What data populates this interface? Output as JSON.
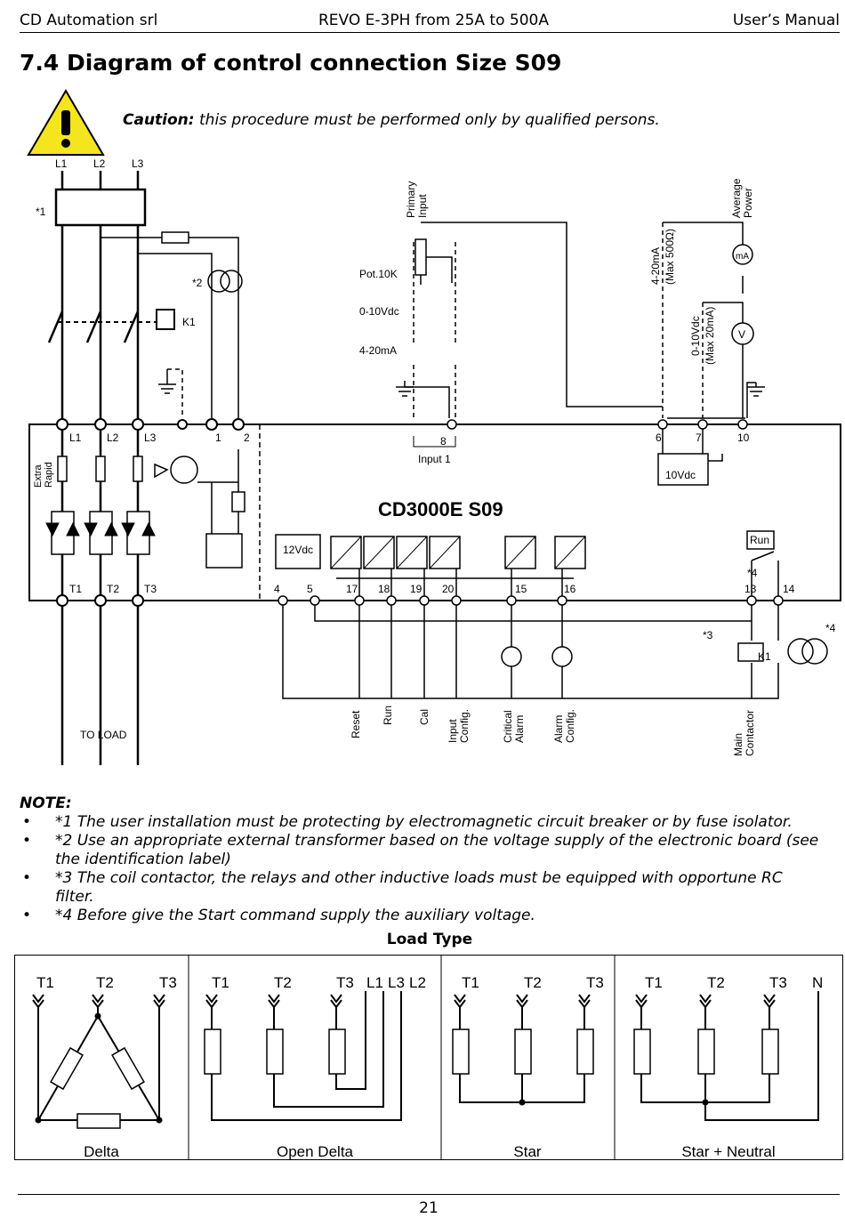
{
  "header": {
    "company": "CD Automation srl",
    "product": "REVO E-3PH from 25A to 500A",
    "doc": "User’s Manual"
  },
  "title": "7.4 Diagram of control connection Size S09",
  "caution": {
    "label": "Caution:",
    "text": "this procedure must be performed only by qualified persons."
  },
  "diagram": {
    "lines": [
      "L1",
      "L2",
      "L3"
    ],
    "outputs": [
      "T1",
      "T2",
      "T3"
    ],
    "star1": "*1",
    "star2": "*2",
    "star3": "*3",
    "star4": "*4",
    "k1": "K1",
    "primary_input": "Primary\nInput",
    "average_power": "Average\nPower",
    "pot": "Pot.10K",
    "v010": "0-10Vdc",
    "ma420": "4-20mA",
    "out_420": "4-20mA",
    "out_420_max": "(Max 500Ω)",
    "out_010": "0-10Vdc",
    "out_010_max": "(Max 20mA)",
    "ma": "mA",
    "v": "V",
    "term_8": "8",
    "input1": "Input 1",
    "term_6": "6",
    "term_7": "7",
    "term_10": "10",
    "v10": "10Vdc",
    "model": "CD3000E S09",
    "extra_rapid": "Extra\nRapid",
    "term_1": "1",
    "term_2": "2",
    "v12": "12Vdc",
    "terms_bottom": [
      "4",
      "5",
      "17",
      "18",
      "19",
      "20",
      "15",
      "16",
      "13",
      "14"
    ],
    "run_box": "Run",
    "bottom_labels": [
      "Reset",
      "Run",
      "Cal",
      "Input\nConfig.",
      "Critical\nAlarm",
      "Alarm\nConfig.",
      "Main\nContactor"
    ],
    "to_load": "TO LOAD"
  },
  "notes": {
    "heading": "NOTE:",
    "items": [
      "*1 The user installation must be protecting by electromagnetic circuit breaker or by fuse isolator.",
      "*2 Use an appropriate external transformer based on the voltage supply of the electronic board (see the identification label)",
      "*3 The coil contactor, the relays and other inductive loads must be equipped with opportune RC filter.",
      "*4 Before give the Start command supply the auxiliary voltage."
    ]
  },
  "load_type": {
    "title": "Load Type",
    "delta": {
      "labels": [
        "T1",
        "T2",
        "T3"
      ],
      "caption": "Delta"
    },
    "open_delta": {
      "labels": [
        "T1",
        "T2",
        "T3",
        "L1",
        "L3",
        "L2"
      ],
      "caption": "Open Delta"
    },
    "star": {
      "labels": [
        "T1",
        "T2",
        "T3"
      ],
      "caption": "Star"
    },
    "star_neutral": {
      "labels": [
        "T1",
        "T2",
        "T3",
        "N"
      ],
      "caption": "Star + Neutral"
    }
  },
  "footer": {
    "page": "21"
  }
}
